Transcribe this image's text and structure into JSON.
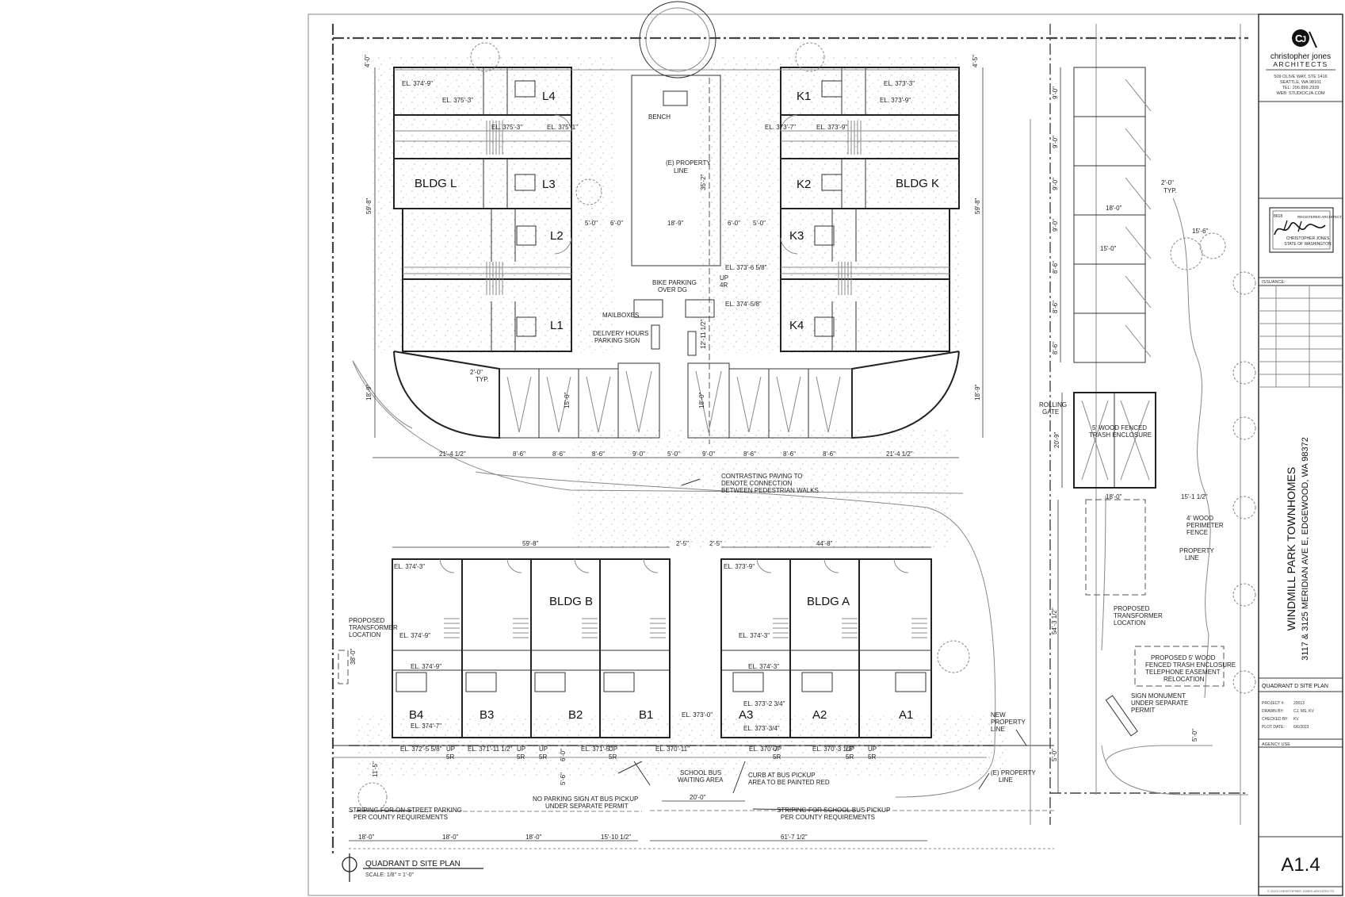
{
  "firm": {
    "name_line1": "christopher jones",
    "name_line2": "ARCHITECTS",
    "address1": "509 OLIVE WAY, STE 1416",
    "address2": "SEATTLE, WA 98101",
    "phone": "TEL: 206.899.2939",
    "web": "WEB: STUDIOCJA.COM"
  },
  "stamp": {
    "line1": "REGISTERED ARCHITECT",
    "line2": "CHRISTOPHER JONES",
    "line3": "STATE OF WASHINGTON",
    "number": "8618"
  },
  "title_block": {
    "issuance_label": "ISSUANCE:",
    "project_name": "WINDMILL PARK TOWNHOMES",
    "project_address": "3117 & 3125 MERIDIAN AVE E, EDGEWOOD, WA 98372",
    "drawing_title": "QUADRANT D SITE PLAN",
    "meta": [
      {
        "label": "PROJECT #:",
        "value": "20013"
      },
      {
        "label": "DRAWN BY:",
        "value": "CJ, MS, KV"
      },
      {
        "label": "CHECKED BY:",
        "value": "KV"
      },
      {
        "label": "PLOT DATE:",
        "value": "6/6/2023"
      }
    ],
    "agency_use": "AGENCY USE",
    "sheet_number": "A1.4",
    "copyright": "© 2023 CHRISTOPHER JONES ARCHITECTS"
  },
  "plan_title": {
    "title": "QUADRANT D SITE PLAN",
    "scale": "SCALE: 1/8\" = 1'-0\""
  },
  "buildings": {
    "bldg_l": "BLDG L",
    "bldg_k": "BLDG K",
    "bldg_b": "BLDG B",
    "bldg_a": "BLDG A",
    "units_left_top": [
      "L4",
      "L3",
      "L2",
      "L1"
    ],
    "units_right_top": [
      "K1",
      "K2",
      "K3",
      "K4"
    ],
    "units_b": [
      "B4",
      "B3",
      "B2",
      "B1"
    ],
    "units_a": [
      "A3",
      "A2",
      "A1"
    ]
  },
  "elevations": {
    "l4a": "EL. 374'-9\"",
    "l4b": "EL. 375'-3\"",
    "l4c": "EL. 375'-3\"",
    "l4d": "EL. 375'-1\"",
    "k1a": "EL. 373'-3\"",
    "k1b": "EL. 373'-9\"",
    "k1c": "EL. 373'-7\"",
    "k1d": "EL. 373'-9\"",
    "k3a": "EL. 373'-6 5/8\"",
    "k4a": "EL. 374'-5/8\"",
    "b_top": "EL. 374'-3\"",
    "b4a": "EL. 374'-9\"",
    "b4b": "EL. 374'-9\"",
    "b4c": "EL. 374'-7\"",
    "a_top": "EL. 373'-9\"",
    "a3a": "EL. 374'-3\"",
    "a3b": "EL. 374'-3\"",
    "a3c": "EL. 373'-2 3/4\"",
    "a3d": "EL. 373'-3/4\"",
    "mid": "EL. 373'-0\"",
    "s1": "EL. 372'-5 5/8\"",
    "s2": "EL. 371'-11 1/2\"",
    "s3": "EL. 371'-5\"",
    "s4": "EL. 370'-11\"",
    "s5": "EL. 370'-7\"",
    "s6": "EL. 370'-3 1/2\""
  },
  "notes": {
    "bench": "BENCH",
    "property_line1": "(E) PROPERTY",
    "property_line2": "LINE",
    "bike1": "BIKE PARKING",
    "bike2": "OVER DG",
    "mailboxes": "MAILBOXES",
    "delivery1": "DELIVERY HOURS",
    "delivery2": "PARKING SIGN",
    "contrast1": "CONTRASTING PAVING TO",
    "contrast2": "DENOTE CONNECTION",
    "contrast3": "BETWEEN PEDESTRIAN WALKS",
    "rolling1": "ROLLING",
    "rolling2": "GATE",
    "trash1": "5' WOOD FENCED",
    "trash2": "TRASH ENCLOSURE",
    "fence1": "4' WOOD",
    "fence2": "PERIMETER",
    "fence3": "FENCE",
    "pl1": "PROPERTY",
    "pl2": "LINE",
    "transformer_r1": "PROPOSED",
    "transformer_r2": "TRANSFORMER",
    "transformer_r3": "LOCATION",
    "transformer_l1": "PROPOSED",
    "transformer_l2": "TRANSFORMER",
    "transformer_l3": "LOCATION",
    "enc1": "PROPOSED 5' WOOD",
    "enc2": "FENCED TRASH ENCLOSURE",
    "enc3": "TELEPHONE EASEMENT",
    "enc4": "RELOCATION",
    "sign1": "SIGN MONUMENT",
    "sign2": "UNDER SEPARATE",
    "sign3": "PERMIT",
    "newpl1": "NEW",
    "newpl2": "PROPERTY",
    "newpl3": "LINE",
    "epl1": "(E) PROPERTY",
    "epl2": "LINE",
    "bus1": "SCHOOL BUS",
    "bus2": "WAITING AREA",
    "curb1": "CURB AT BUS PICKUP",
    "curb2": "AREA TO BE PAINTED RED",
    "noparking1": "NO PARKING SIGN AT BUS PICKUP",
    "noparking2": "UNDER SEPARATE PERMIT",
    "striping1": "STRIPING FOR ON-STREET PARKING",
    "striping2": "PER COUNTY REQUIREMENTS",
    "striping3": "STRIPING FOR SCHOOL BUS PICKUP",
    "striping4": "PER COUNTY REQUIREMENTS",
    "up": "UP",
    "r5": "5R",
    "r4": "4R",
    "typ": "TYP."
  },
  "dimensions": {
    "d21a": "21'-4 1/2\"",
    "d86a": "8'-6\"",
    "d86b": "8'-6\"",
    "d86c": "8'-6\"",
    "d90a": "9'-0\"",
    "d50": "5'-0\"",
    "d90b": "9'-0\"",
    "d86d": "8'-6\"",
    "d86e": "8'-6\"",
    "d86f": "8'-6\"",
    "d21b": "21'-4 1/2\"",
    "d50a": "5'-0\"",
    "d60a": "6'-0\"",
    "d189": "18'-9\"",
    "d60b": "6'-0\"",
    "d50b": "5'-0\"",
    "d352": "35'-2\"",
    "d598": "59'-8\"",
    "d598b": "59'-8\"",
    "d189l": "18'-9\"",
    "d189r": "18'-9\"",
    "d150": "15'-0\"",
    "d180": "18'-0\"",
    "d1211": "12'-11 1/2\"",
    "d20": "2'-0\"",
    "d596": "59'-8\"",
    "d448": "44'-8\"",
    "d25a": "2'-5\"",
    "d25b": "2'-5\"",
    "d380": "38'-0\"",
    "d115": "11'-5\"",
    "d56": "5'-6\"",
    "d200": "20'-0\"",
    "d60c": "6'-0\"",
    "b180a": "18'-0\"",
    "b180b": "18'-0\"",
    "b180c": "18'-0\"",
    "b1510": "15'-10 1/2\"",
    "b617": "61'-7 1/2\"",
    "r90a": "9'-0\"",
    "r90b": "9'-0\"",
    "r90c": "9'-0\"",
    "r90d": "9'-0\"",
    "r86a": "8'-6\"",
    "r86b": "8'-6\"",
    "r86c": "8'-6\"",
    "r20typ": "2'-0\"",
    "r180": "18'-0\"",
    "r156": "15'-6\"",
    "r150": "15'-0\"",
    "r209": "20'-9\"",
    "r180b": "18'-0\"",
    "r1511": "15'-1 1/2\"",
    "r543": "54'-3 1/2\"",
    "r50": "5'-0\"",
    "r50b": "5'-0\"",
    "t40": "4'-0\"",
    "t45": "4'-5\""
  }
}
